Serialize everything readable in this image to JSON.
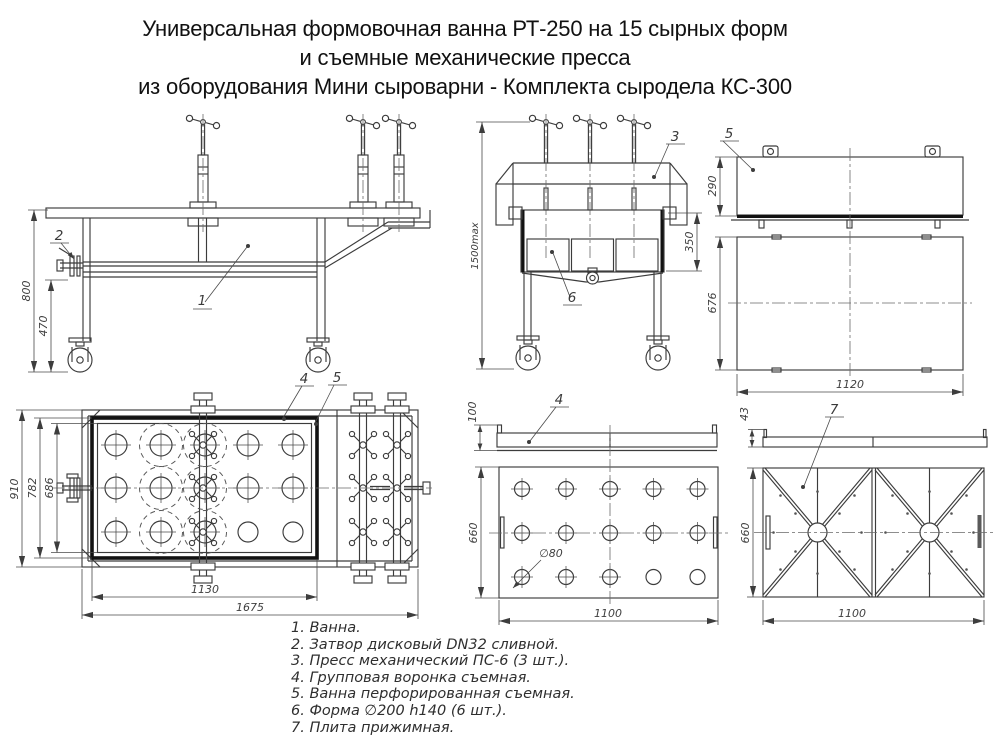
{
  "title": {
    "line1": "Универсальная формовочная ванна РТ-250 на 15 сырных форм",
    "line2": "и съемные механические пресса",
    "line3": "из оборудования Мини сыроварни - Комплекта сыродела КС-300"
  },
  "views": {
    "side": {
      "dims": {
        "height": "800",
        "valve_height": "470"
      },
      "callouts": {
        "vat": "1",
        "valve": "2"
      }
    },
    "end": {
      "dims": {
        "max_height": "1500max",
        "vat_depth": "350"
      },
      "callouts": {
        "press": "3",
        "form": "6"
      }
    },
    "removable_vat": {
      "dims": {
        "height": "290",
        "plan_depth": "676",
        "width": "1120"
      },
      "callouts": {
        "vat": "5"
      }
    },
    "plan": {
      "dims": {
        "outer_depth": "910",
        "mid_depth": "782",
        "inner_depth": "686",
        "vat_length": "1130",
        "total_length": "1675"
      },
      "callouts": {
        "funnel": "4",
        "perf_vat": "5"
      }
    },
    "perf_vat_plan": {
      "dims": {
        "strip_height": "100",
        "depth": "660",
        "width": "1100",
        "hole_dia": "∅80"
      },
      "callouts": {
        "funnel": "4"
      }
    },
    "press_plate": {
      "dims": {
        "strip_height": "43",
        "depth": "660",
        "width": "1100"
      },
      "callouts": {
        "plate": "7"
      }
    }
  },
  "legend": {
    "items": [
      "1. Ванна.",
      "2. Затвор дисковый DN32 сливной.",
      "3. Пресс механический ПС-6 (3 шт.).",
      "4. Групповая воронка съемная.",
      "5. Ванна перфорированная съемная.",
      "6. Форма  ∅200 h140 (6 шт.).",
      "7. Плита прижимная."
    ]
  }
}
